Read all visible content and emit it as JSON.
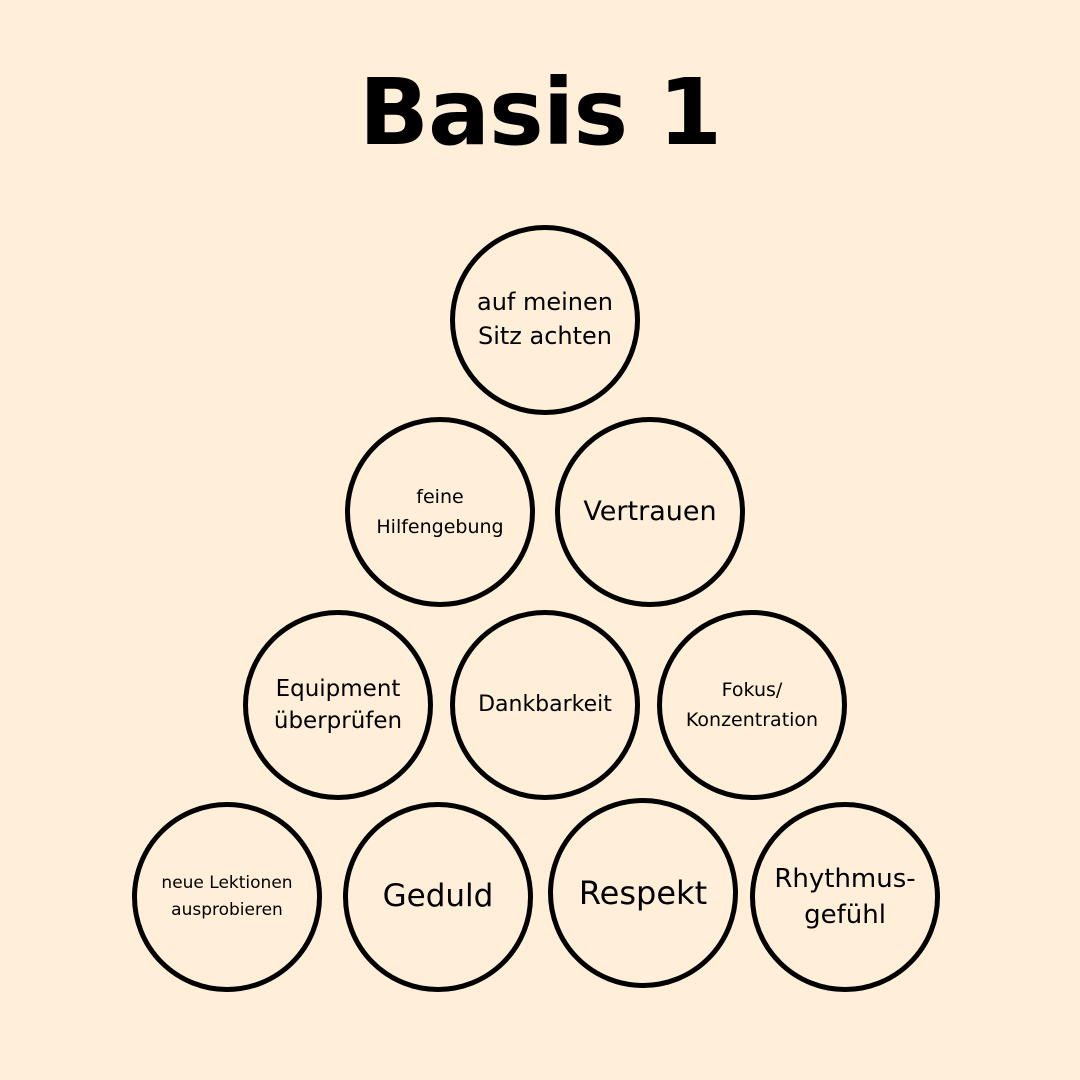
{
  "title": "Basis 1",
  "circles": [
    {
      "lines": [
        "auf meinen",
        "Sitz achten"
      ]
    },
    {
      "lines": [
        "feine",
        "Hilfengebung"
      ]
    },
    {
      "lines": [
        "Vertrauen"
      ]
    },
    {
      "lines": [
        "Equipment",
        "überprüfen"
      ]
    },
    {
      "lines": [
        "Dankbarkeit"
      ]
    },
    {
      "lines": [
        "Fokus/",
        "Konzentration"
      ]
    },
    {
      "lines": [
        "neue Lektionen",
        "ausprobieren"
      ]
    },
    {
      "lines": [
        "Geduld"
      ]
    },
    {
      "lines": [
        "Respekt"
      ]
    },
    {
      "lines": [
        "Rhythmus-",
        "gefühl"
      ]
    }
  ],
  "colors": {
    "background": "#FFEFD9",
    "stroke": "#000000"
  }
}
